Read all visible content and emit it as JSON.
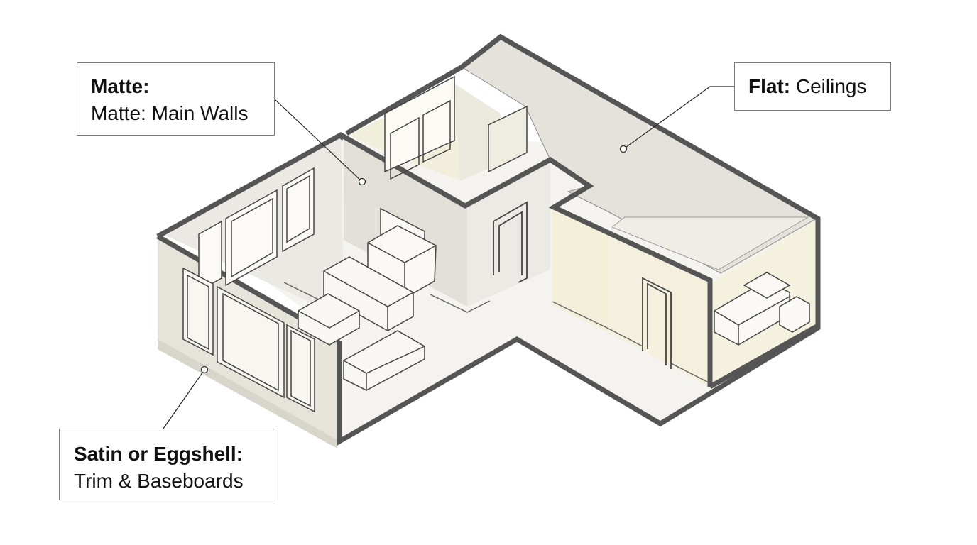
{
  "callouts": {
    "matte": {
      "title": "Matte:",
      "text": "Matte: Main Walls"
    },
    "flat": {
      "title": "Flat:",
      "text": "Ceilings"
    },
    "satin": {
      "title": "Satin or Eggshell:",
      "text": "Trim & Baseboards"
    }
  },
  "colors": {
    "wall_outline": "#5a5a5a",
    "floor": "#f3f2ee",
    "ceiling": "#e3e1d9",
    "wall_grey": "#e6e4dd",
    "wall_cream": "#f3efdc",
    "line": "#4a4a4a"
  }
}
